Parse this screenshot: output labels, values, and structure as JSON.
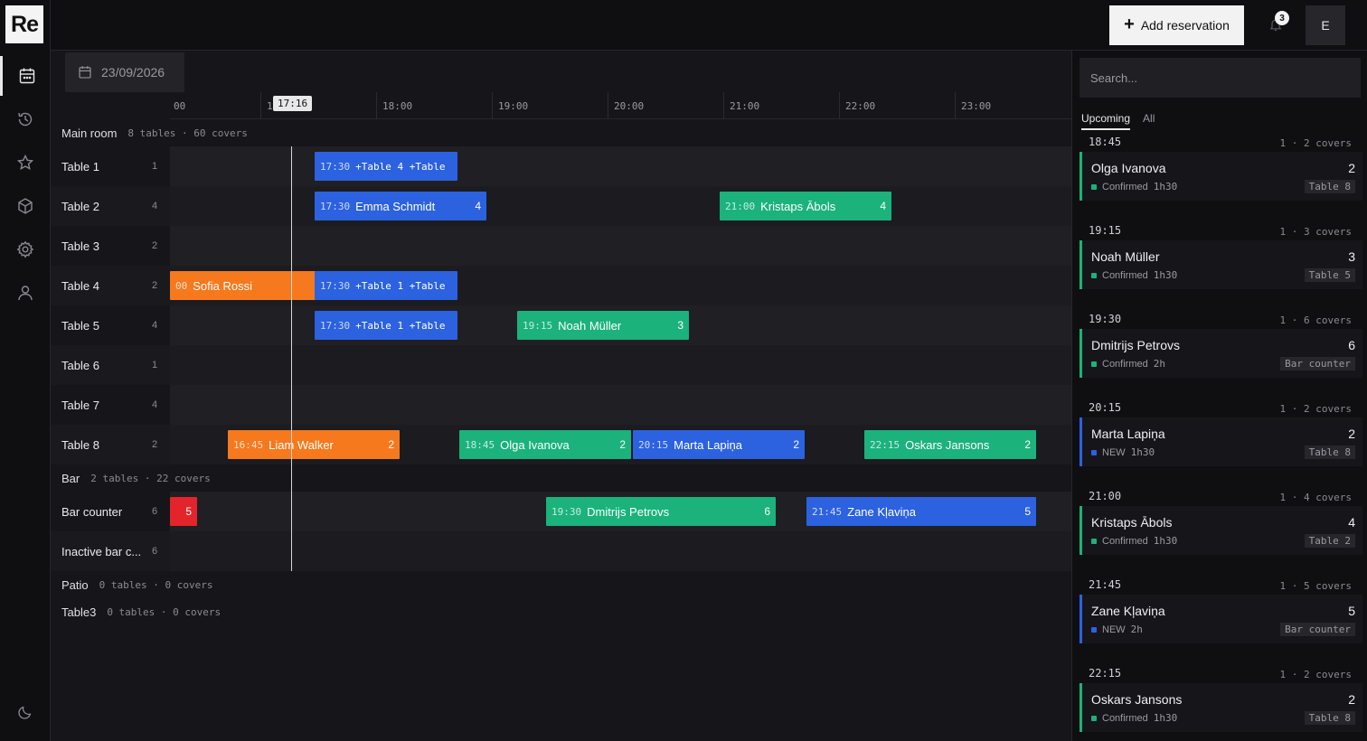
{
  "app": {
    "logo": "Re"
  },
  "topbar": {
    "add_label": "Add reservation",
    "notifications": "3",
    "avatar": "E"
  },
  "main": {
    "date": "23/09/2026",
    "now_time": "17:16",
    "hours": [
      "00",
      "17:00",
      "18:00",
      "19:00",
      "20:00",
      "21:00",
      "22:00",
      "23:00"
    ]
  },
  "sections": [
    {
      "name": "Main room",
      "meta": "8 tables · 60 covers"
    },
    {
      "name": "Bar",
      "meta": "2 tables · 22 covers"
    },
    {
      "name": "Patio",
      "meta": "0 tables · 0 covers"
    },
    {
      "name": "Table3",
      "meta": "0 tables · 0 covers"
    }
  ],
  "rows": [
    {
      "name": "Table 1",
      "cap": "1"
    },
    {
      "name": "Table 2",
      "cap": "4"
    },
    {
      "name": "Table 3",
      "cap": "2"
    },
    {
      "name": "Table 4",
      "cap": "2"
    },
    {
      "name": "Table 5",
      "cap": "4"
    },
    {
      "name": "Table 6",
      "cap": "1"
    },
    {
      "name": "Table 7",
      "cap": "4"
    },
    {
      "name": "Table 8",
      "cap": "2"
    },
    {
      "name": "Bar counter",
      "cap": "6"
    },
    {
      "name": "Inactive bar c...",
      "cap": "6"
    }
  ],
  "bookings": [
    {
      "row": 0,
      "start": "17:30",
      "end": "18:45",
      "color": "blue",
      "time": "17:30",
      "label": "+Table 4 +Table",
      "guests": ""
    },
    {
      "row": 1,
      "start": "17:30",
      "end": "19:00",
      "color": "blue",
      "time": "17:30",
      "label": "Emma Schmidt",
      "guests": "4"
    },
    {
      "row": 1,
      "start": "21:00",
      "end": "22:30",
      "color": "green",
      "time": "21:00",
      "label": "Kristaps Ābols",
      "guests": "4"
    },
    {
      "row": 3,
      "start": "16:15",
      "end": "17:45",
      "color": "orange",
      "time": "00",
      "label": "Sofia Rossi",
      "guests": "2"
    },
    {
      "row": 3,
      "start": "17:30",
      "end": "18:45",
      "color": "blue",
      "time": "17:30",
      "label": "+Table 1 +Table",
      "guests": ""
    },
    {
      "row": 4,
      "start": "17:30",
      "end": "18:45",
      "color": "blue",
      "time": "17:30",
      "label": "+Table 1 +Table",
      "guests": ""
    },
    {
      "row": 4,
      "start": "19:15",
      "end": "20:45",
      "color": "green",
      "time": "19:15",
      "label": "Noah Müller",
      "guests": "3"
    },
    {
      "row": 7,
      "start": "16:45",
      "end": "18:15",
      "color": "orange",
      "time": "16:45",
      "label": "Liam Walker",
      "guests": "2"
    },
    {
      "row": 7,
      "start": "18:45",
      "end": "20:15",
      "color": "green",
      "time": "18:45",
      "label": "Olga Ivanova",
      "guests": "2"
    },
    {
      "row": 7,
      "start": "20:15",
      "end": "21:45",
      "color": "blue",
      "time": "20:15",
      "label": "Marta Lapiņa",
      "guests": "2"
    },
    {
      "row": 7,
      "start": "22:15",
      "end": "23:45",
      "color": "green",
      "time": "22:15",
      "label": "Oskars Jansons",
      "guests": "2"
    },
    {
      "row": 8,
      "start": "16:15",
      "end": "16:30",
      "color": "red",
      "time": "",
      "label": "",
      "guests": "5"
    },
    {
      "row": 8,
      "start": "19:30",
      "end": "21:30",
      "color": "green",
      "time": "19:30",
      "label": "Dmitrijs Petrovs",
      "guests": "6"
    },
    {
      "row": 8,
      "start": "21:45",
      "end": "23:45",
      "color": "blue",
      "time": "21:45",
      "label": "Zane Kļaviņa",
      "guests": "5"
    }
  ],
  "sidebar": {
    "search_placeholder": "Search...",
    "tabs": [
      "Upcoming",
      "All"
    ],
    "slots": [
      {
        "time": "18:45",
        "meta": "1 · 2 covers",
        "name": "Olga Ivanova",
        "status": "Confirmed",
        "duration": "1h30",
        "guests": "2",
        "table": "Table 8",
        "color": "green"
      },
      {
        "time": "19:15",
        "meta": "1 · 3 covers",
        "name": "Noah Müller",
        "status": "Confirmed",
        "duration": "1h30",
        "guests": "3",
        "table": "Table 5",
        "color": "green"
      },
      {
        "time": "19:30",
        "meta": "1 · 6 covers",
        "name": "Dmitrijs Petrovs",
        "status": "Confirmed",
        "duration": "2h",
        "guests": "6",
        "table": "Bar counter",
        "color": "green"
      },
      {
        "time": "20:15",
        "meta": "1 · 2 covers",
        "name": "Marta Lapiņa",
        "status": "NEW",
        "duration": "1h30",
        "guests": "2",
        "table": "Table 8",
        "color": "blue"
      },
      {
        "time": "21:00",
        "meta": "1 · 4 covers",
        "name": "Kristaps Ābols",
        "status": "Confirmed",
        "duration": "1h30",
        "guests": "4",
        "table": "Table 2",
        "color": "green"
      },
      {
        "time": "21:45",
        "meta": "1 · 5 covers",
        "name": "Zane Kļaviņa",
        "status": "NEW",
        "duration": "2h",
        "guests": "5",
        "table": "Bar counter",
        "color": "blue"
      },
      {
        "time": "22:15",
        "meta": "1 · 2 covers",
        "name": "Oskars Jansons",
        "status": "Confirmed",
        "duration": "1h30",
        "guests": "2",
        "table": "Table 8",
        "color": "green"
      }
    ]
  },
  "colors": {
    "blue": "#2c62e0",
    "green": "#1bb27c",
    "orange": "#f6791e",
    "red": "#e3242b"
  }
}
